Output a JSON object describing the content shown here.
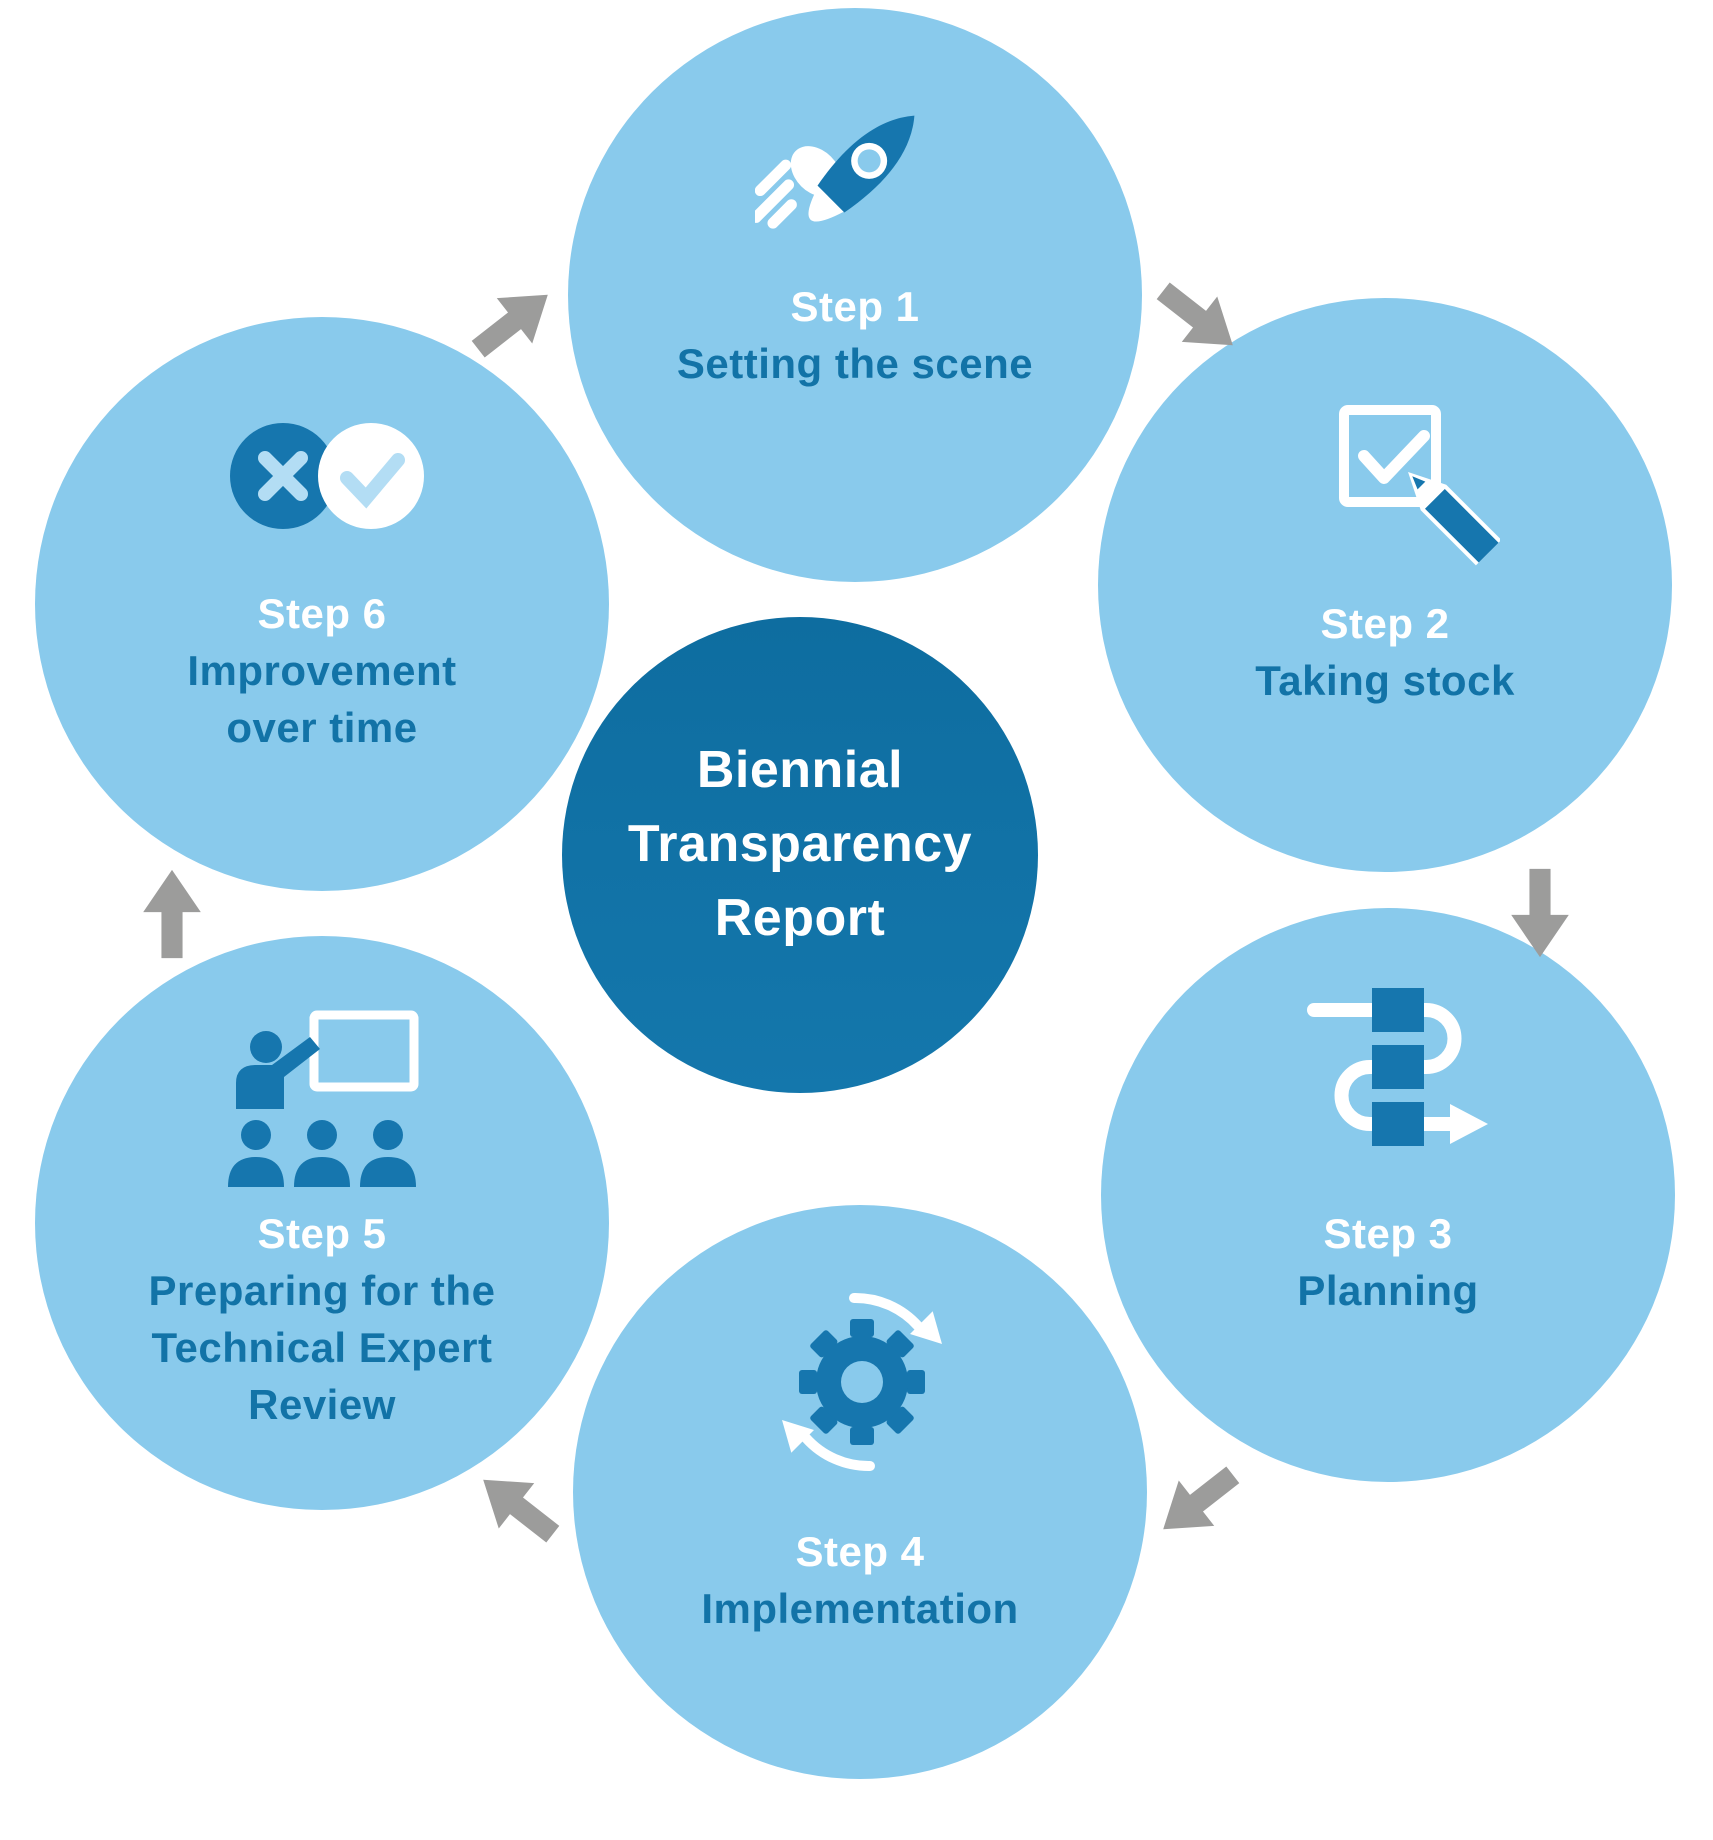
{
  "center": {
    "title": "Biennial\nTransparency\nReport"
  },
  "steps": [
    {
      "label": "Step 1",
      "sublabel": "Setting the scene",
      "icon": "rocket-icon"
    },
    {
      "label": "Step 2",
      "sublabel": "Taking stock",
      "icon": "checkbox-pencil-icon"
    },
    {
      "label": "Step 3",
      "sublabel": "Planning",
      "icon": "process-flow-icon"
    },
    {
      "label": "Step 4",
      "sublabel": "Implementation",
      "icon": "gear-sync-icon"
    },
    {
      "label": "Step 5",
      "sublabel": "Preparing for the\nTechnical Expert\nReview",
      "icon": "presentation-icon"
    },
    {
      "label": "Step 6",
      "sublabel": "Improvement\nover time",
      "icon": "cross-check-icon"
    }
  ],
  "colors": {
    "circle_light_blue": "#89CAEC",
    "center_dark_blue_top": "#0E6DA0",
    "center_dark_blue_bottom": "#1477AC",
    "icon_blue": "#1676AE",
    "label_text_blue": "#1273A7",
    "step_label_white": "#FFFFFF",
    "arrow_gray": "#9C9C9B",
    "accent_light_blue": "#B3DDF4"
  }
}
